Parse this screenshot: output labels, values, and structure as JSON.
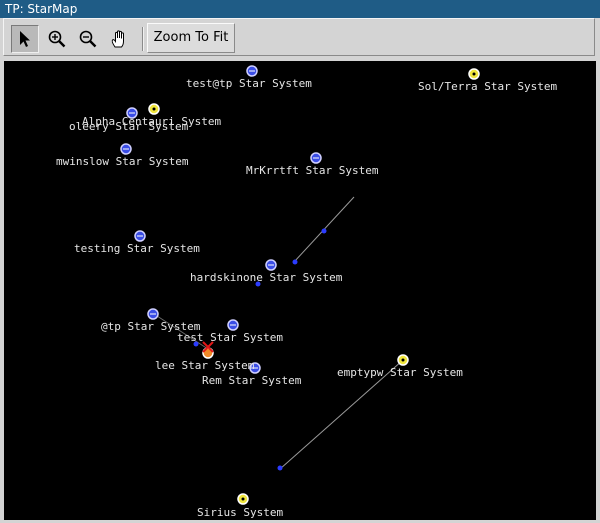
{
  "window": {
    "title": "TP: StarMap"
  },
  "toolbar": {
    "tools": [
      {
        "name": "select-tool",
        "icon": "arrow-pointer-icon",
        "active": true
      },
      {
        "name": "zoom-in-tool",
        "icon": "magnifier-plus-icon",
        "active": false
      },
      {
        "name": "zoom-out-tool",
        "icon": "magnifier-minus-icon",
        "active": false
      },
      {
        "name": "pan-tool",
        "icon": "hand-icon",
        "active": false
      }
    ],
    "zoom_to_fit_label": "Zoom To Fit"
  },
  "map": {
    "background": "#000000",
    "systems": [
      {
        "label": "test@tp Star System",
        "marker": "blue"
      },
      {
        "label": "Sol/Terra Star System",
        "marker": "yellow"
      },
      {
        "label": "Alpha Centauri System",
        "marker": "yellow"
      },
      {
        "label": "oleery Star System",
        "marker": "blue"
      },
      {
        "label": "mwinslow Star System",
        "marker": "blue"
      },
      {
        "label": "MrKrrtft Star System",
        "marker": "blue"
      },
      {
        "label": "testing Star System",
        "marker": "blue"
      },
      {
        "label": "hardskinone Star System",
        "marker": "blue"
      },
      {
        "label": "@tp Star System",
        "marker": "blue"
      },
      {
        "label": "test Star System",
        "marker": "blue"
      },
      {
        "label": "lee Star System",
        "marker": "orange"
      },
      {
        "label": "Rem Star System",
        "marker": "blue"
      },
      {
        "label": "emptypw Star System",
        "marker": "yellow"
      },
      {
        "label": "Sirius System",
        "marker": "yellow"
      }
    ],
    "colors": {
      "blue": "#3a4de6",
      "yellow": "#f0e63c",
      "orange": "#f08a28",
      "fleet": "#2b3cff",
      "route": "#9a9a9a",
      "selection": "#e01818"
    }
  }
}
